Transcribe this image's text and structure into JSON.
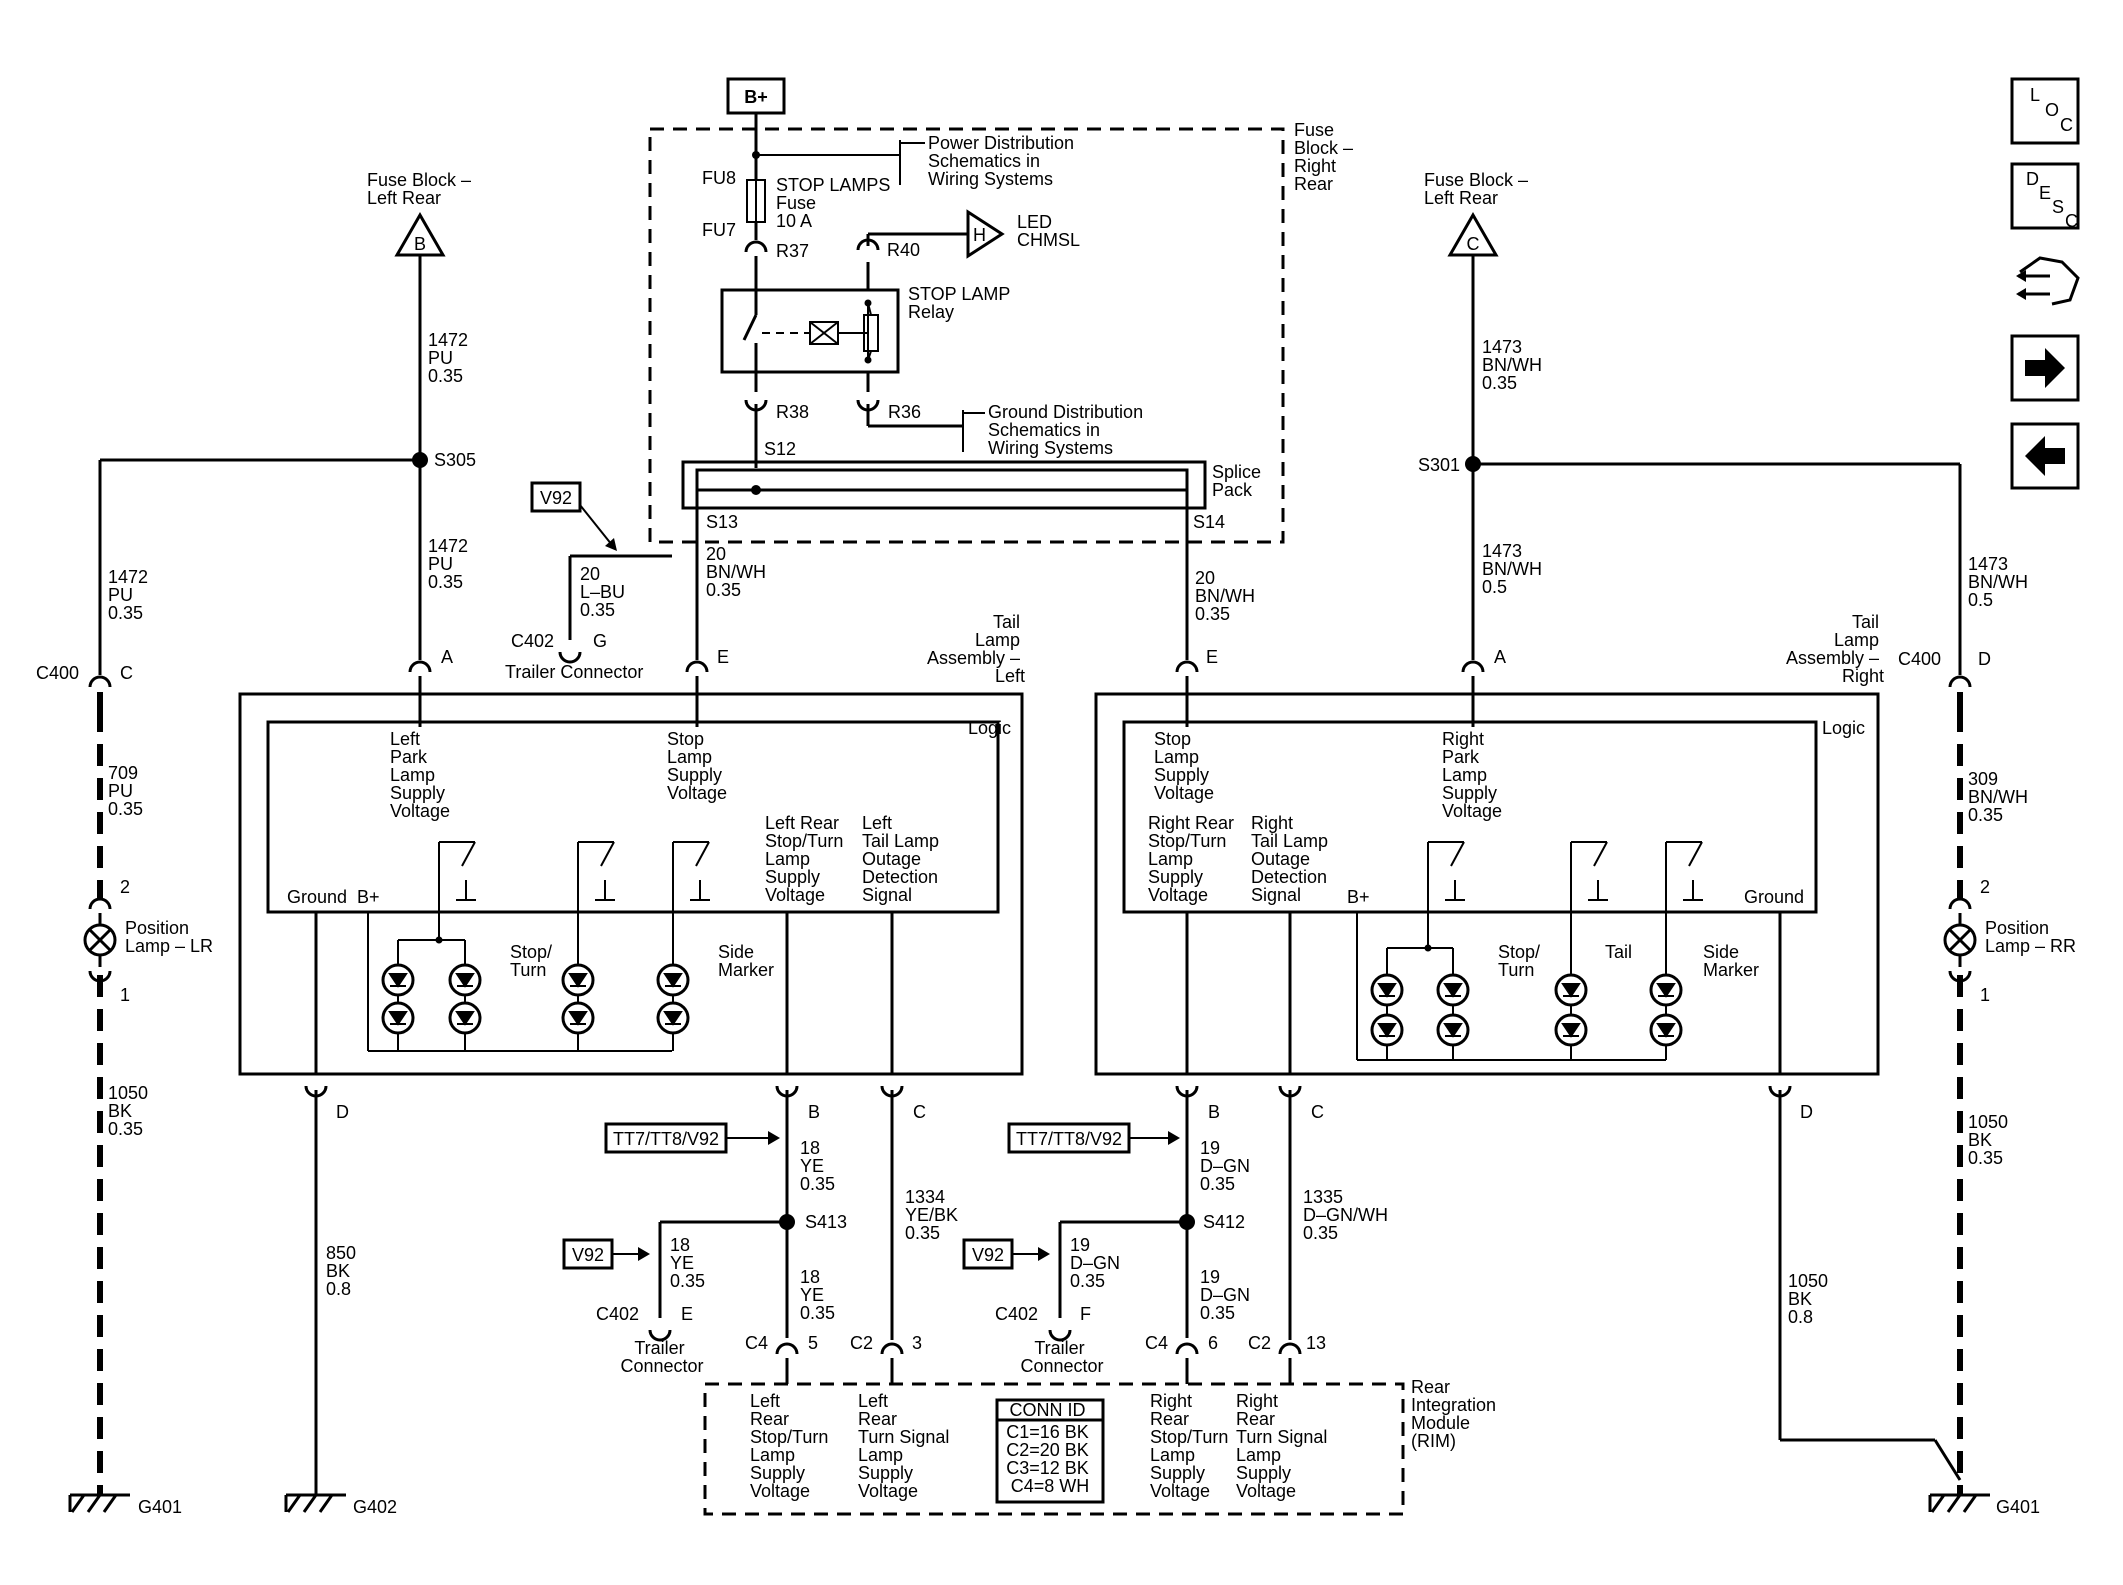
{
  "source_label": "B+",
  "fuse_block_rr": [
    "Fuse",
    "Block –",
    "Right",
    "Rear"
  ],
  "fuse_block_lr_left": [
    "Fuse Block –",
    "Left Rear"
  ],
  "fuse_block_lr_right": [
    "Fuse Block –",
    "Left Rear"
  ],
  "term_b": "B",
  "term_c": "C",
  "fu8": "FU8",
  "fu7": "FU7",
  "fuse_label": [
    "STOP LAMPS",
    "Fuse",
    "10 A"
  ],
  "power_dist": [
    "Power Distribution",
    "Schematics in",
    "Wiring Systems"
  ],
  "ground_dist": [
    "Ground Distribution",
    "Schematics in",
    "Wiring Systems"
  ],
  "r37": "R37",
  "r40": "R40",
  "r38": "R38",
  "r36": "R36",
  "led_chmsl_term": "H",
  "led_chmsl": [
    "LED",
    "CHMSL"
  ],
  "relay_label": [
    "STOP LAMP",
    "Relay"
  ],
  "s12": "S12",
  "s13": "S13",
  "s14": "S14",
  "splice_pack": [
    "Splice",
    "Pack"
  ],
  "v92": "V92",
  "tt_v92": "TT7/TT8/V92",
  "s305": "S305",
  "s301": "S301",
  "s413": "S413",
  "s412": "S412",
  "wires": {
    "w1472_top": [
      "1472",
      "PU",
      "0.35"
    ],
    "w1472_mid": [
      "1472",
      "PU",
      "0.35"
    ],
    "w1472_left": [
      "1472",
      "PU",
      "0.35"
    ],
    "w709": [
      "709",
      "PU",
      "0.35"
    ],
    "w1050_left": [
      "1050",
      "BK",
      "0.35"
    ],
    "w850": [
      "850",
      "BK",
      "0.8"
    ],
    "w20_lbu": [
      "20",
      "L–BU",
      "0.35"
    ],
    "w20_bnwh_l": [
      "20",
      "BN/WH",
      "0.35"
    ],
    "w20_bnwh_r": [
      "20",
      "BN/WH",
      "0.35"
    ],
    "w1473_top": [
      "1473",
      "BN/WH",
      "0.35"
    ],
    "w1473_mid": [
      "1473",
      "BN/WH",
      "0.5"
    ],
    "w1473_right": [
      "1473",
      "BN/WH",
      "0.5"
    ],
    "w309": [
      "309",
      "BN/WH",
      "0.35"
    ],
    "w1050_right": [
      "1050",
      "BK",
      "0.35"
    ],
    "w1050_rd": [
      "1050",
      "BK",
      "0.8"
    ],
    "w18_ye_a": [
      "18",
      "YE",
      "0.35"
    ],
    "w18_ye_b": [
      "18",
      "YE",
      "0.35"
    ],
    "w18_ye_c": [
      "18",
      "YE",
      "0.35"
    ],
    "w1334": [
      "1334",
      "YE/BK",
      "0.35"
    ],
    "w19_dgn_a": [
      "19",
      "D–GN",
      "0.35"
    ],
    "w19_dgn_b": [
      "19",
      "D–GN",
      "0.35"
    ],
    "w19_dgn_c": [
      "19",
      "D–GN",
      "0.35"
    ],
    "w1335": [
      "1335",
      "D–GN/WH",
      "0.35"
    ]
  },
  "c400": "C400",
  "c402": "C402",
  "trailer_conn_g": "Trailer Connector",
  "trailer_conn": [
    "Trailer",
    "Connector"
  ],
  "pins": {
    "a": "A",
    "b": "B",
    "c": "C",
    "d": "D",
    "e": "E",
    "f": "F",
    "g": "G",
    "p1": "1",
    "p2": "2",
    "p3": "3",
    "p5": "5",
    "p6": "6",
    "p13": "13"
  },
  "pos_lamp_lr": [
    "Position",
    "Lamp – LR"
  ],
  "pos_lamp_rr": [
    "Position",
    "Lamp – RR"
  ],
  "tail_left_title": [
    "Tail",
    "Lamp",
    "Assembly –",
    "Left"
  ],
  "tail_right_title": [
    "Tail",
    "Lamp",
    "Assembly –",
    "Right"
  ],
  "logic": "Logic",
  "left_park": [
    "Left",
    "Park",
    "Lamp",
    "Supply",
    "Voltage"
  ],
  "stop_supply": [
    "Stop",
    "Lamp",
    "Supply",
    "Voltage"
  ],
  "left_rear_stopturn": [
    "Left Rear",
    "Stop/Turn",
    "Lamp",
    "Supply",
    "Voltage"
  ],
  "left_tail_outage": [
    "Left",
    "Tail Lamp",
    "Outage",
    "Detection",
    "Signal"
  ],
  "ground": "Ground",
  "bplus": "B+",
  "stop_turn": [
    "Stop/",
    "Turn"
  ],
  "side_marker": [
    "Side",
    "Marker"
  ],
  "tail": "Tail",
  "right_park": [
    "Right",
    "Park",
    "Lamp",
    "Supply",
    "Voltage"
  ],
  "right_rear_stopturn": [
    "Right Rear",
    "Stop/Turn",
    "Lamp",
    "Supply",
    "Voltage"
  ],
  "right_tail_outage": [
    "Right",
    "Tail Lamp",
    "Outage",
    "Detection",
    "Signal"
  ],
  "c4": "C4",
  "c2": "C2",
  "rim_title": [
    "Rear",
    "Integration",
    "Module",
    "(RIM)"
  ],
  "rim_lrs": [
    "Left",
    "Rear",
    "Stop/Turn",
    "Lamp",
    "Supply",
    "Voltage"
  ],
  "rim_lts": [
    "Left",
    "Rear",
    "Turn Signal",
    "Lamp",
    "Supply",
    "Voltage"
  ],
  "rim_rrs": [
    "Right",
    "Rear",
    "Stop/Turn",
    "Lamp",
    "Supply",
    "Voltage"
  ],
  "rim_rts": [
    "Right",
    "Rear",
    "Turn Signal",
    "Lamp",
    "Supply",
    "Voltage"
  ],
  "conn_id": [
    "CONN ID",
    "C1=16 BK",
    "C2=20 BK",
    "C3=12 BK",
    "C4=8 WH"
  ],
  "g401_left": "G401",
  "g402": "G402",
  "g401_right": "G401",
  "nav": {
    "loc": [
      "L",
      "O",
      "C"
    ],
    "desc": [
      "D",
      "E",
      "S",
      "C"
    ],
    "icons": [
      "component-connector-icon",
      "arrow-right-icon",
      "arrow-left-icon"
    ]
  }
}
